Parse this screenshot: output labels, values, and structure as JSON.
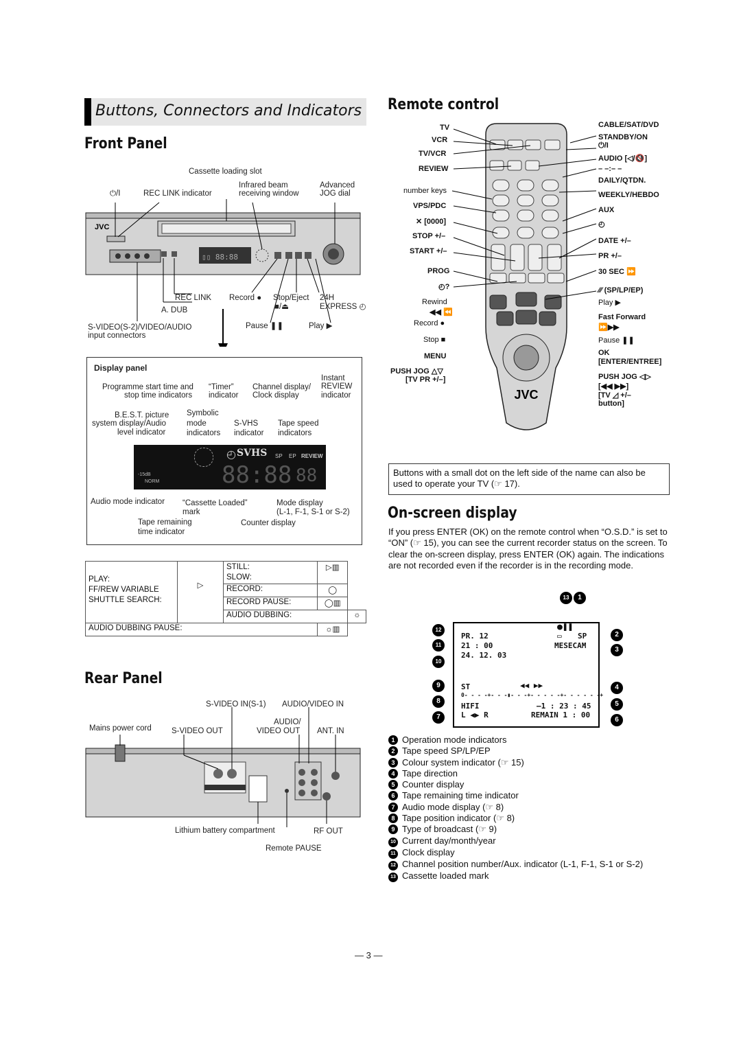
{
  "section_title": "Buttons, Connectors and Indicators",
  "front_panel": {
    "title": "Front Panel",
    "labels": {
      "cassette_slot": "Cassette loading slot",
      "standby": "⏻/I",
      "rec_link_indicator": "REC LINK indicator",
      "infrared": "Infrared beam",
      "infrared2": "receiving window",
      "advanced": "Advanced",
      "jog": "JOG dial",
      "rec_link": "REC LINK",
      "a_dub": "A. DUB",
      "record": "Record ●",
      "stop_eject": "Stop/Eject",
      "stop_eject2": "■/⏏",
      "h24": "24H",
      "express": "EXPRESS ◴",
      "svideo": "S-VIDEO(S-2)/VIDEO/AUDIO",
      "input_connectors": "input connectors",
      "pause": "Pause ❚❚",
      "play": "Play ▶"
    }
  },
  "display_panel": {
    "title": "Display panel",
    "labels": {
      "prog_start1": "Programme start time and",
      "prog_start2": "stop time indicators",
      "timer1": "“Timer”",
      "timer2": "indicator",
      "channel1": "Channel display/",
      "channel2": "Clock display",
      "instant1": "Instant",
      "instant2": "REVIEW",
      "instant3": "indicator",
      "best1": "B.E.S.T. picture",
      "best2": "system display/Audio",
      "best3": "level indicator",
      "symb1": "Symbolic",
      "symb2": "mode",
      "symb3": "indicators",
      "svhs1": "S-VHS",
      "svhs2": "indicator",
      "tape1": "Tape speed",
      "tape2": "indicators",
      "audio_mode": "Audio mode indicator",
      "cassette1": "“Cassette Loaded”",
      "cassette2": "mark",
      "mode1": "Mode display",
      "mode2": "(L-1, F-1, S-1 or S-2)",
      "remain1": "Tape remaining",
      "remain2": "time indicator",
      "counter": "Counter display"
    },
    "lcd": {
      "db": "-15dB",
      "norm": "NORM",
      "svhs": "SVHS",
      "sp": "SP",
      "ep": "EP",
      "review": "REVIEW",
      "digits": "88:88",
      "digits2": "88"
    }
  },
  "mode_table": {
    "rows": [
      [
        "PLAY:",
        "FF/REW VARIABLE",
        "SHUTTLE SEARCH:"
      ],
      [
        "STILL:",
        "SLOW:",
        "RECORD:",
        "RECORD PAUSE:"
      ],
      [
        "AUDIO DUBBING:",
        "AUDIO DUBBING PAUSE:"
      ]
    ]
  },
  "rear_panel": {
    "title": "Rear Panel",
    "labels": {
      "svideo_in": "S-VIDEO IN(S-1)",
      "av_in": "AUDIO/VIDEO IN",
      "mains": "Mains power cord",
      "svideo_out": "S-VIDEO OUT",
      "audio_video_out1": "AUDIO/",
      "audio_video_out2": "VIDEO OUT",
      "ant_in": "ANT. IN",
      "lithium": "Lithium battery compartment",
      "rf_out": "RF OUT",
      "remote_pause": "Remote PAUSE"
    }
  },
  "remote": {
    "title": "Remote control",
    "left": [
      "TV",
      "VCR",
      "TV/VCR",
      "REVIEW",
      "number keys",
      "VPS/PDC",
      "✕ [0000]",
      "STOP +/–",
      "START +/–",
      "PROG",
      "◴?",
      "Rewind",
      "◀◀ ⏪",
      "Record ●",
      "Stop ■",
      "MENU",
      "PUSH JOG △▽",
      "[TV PR +/–]"
    ],
    "right": [
      "CABLE/SAT/DVD",
      "STANDBY/ON",
      "⏻/I",
      "AUDIO [◁/🔇]",
      "– –:– –",
      "DAILY/QTDN.",
      "WEEKLY/HEBDO",
      "AUX",
      "◴",
      "DATE +/–",
      "PR +/–",
      "30 SEC ⏩",
      "⁄⁄⁄ (SP/LP/EP)",
      "Play ▶",
      "Fast Forward",
      "⏩▶▶",
      "Pause ❚❚",
      "OK",
      "[ENTER/ENTREE]",
      "PUSH JOG ◁▷",
      "[◀◀ ▶▶]",
      "[TV ◿ +/–",
      "button]"
    ],
    "brand": "JVC",
    "note": "Buttons with a small dot on the left side of the name can also be used to operate your TV (☞ 17)."
  },
  "onscreen": {
    "title": "On-screen display",
    "para": "If you press ENTER (OK) on the remote control when “O.S.D.” is set to “ON” (☞ 15), you can see the current recorder status on the screen. To clear the on-screen display, press ENTER (OK) again. The indications are not recorded even if the recorder is in the recording mode.",
    "osd": {
      "pr": "PR. 12",
      "clock": "21 : 00",
      "date": "24. 12. 03",
      "st": "ST",
      "hifi": "HIFI",
      "lr": "L ◀▶ R",
      "sp": "SP",
      "mesecam": "MESECAM",
      "counter": "–1 : 23 : 45",
      "remain": "REMAIN  1 : 00"
    },
    "items": [
      "Operation mode indicators",
      "Tape speed SP/LP/EP",
      "Colour system indicator (☞ 15)",
      "Tape direction",
      "Counter display",
      "Tape remaining time indicator",
      "Audio mode display (☞ 8)",
      "Tape position indicator (☞ 8)",
      "Type of broadcast (☞ 9)",
      "Current day/month/year",
      "Clock display",
      "Channel position number/Aux. indicator (L-1, F-1, S-1 or S-2)",
      "Cassette loaded mark"
    ]
  },
  "page_number": "— 3 —"
}
